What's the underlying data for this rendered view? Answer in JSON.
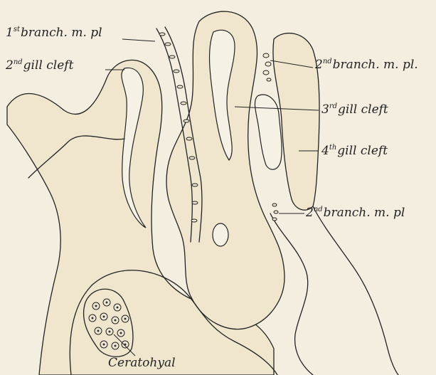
{
  "labels": {
    "branch_1st": {
      "ord": "1",
      "sup": "st",
      "text": "branch. m. pl"
    },
    "gill_cleft_2nd": {
      "ord": "2",
      "sup": "nd",
      "text": "gill cleft"
    },
    "branch_2nd_upper": {
      "ord": "2",
      "sup": "nd",
      "text": "branch. m. pl."
    },
    "gill_cleft_3rd": {
      "ord": "3",
      "sup": "rd",
      "text": "gill cleft"
    },
    "gill_cleft_4th": {
      "ord": "4",
      "sup": "th",
      "text": "gill cleft"
    },
    "branch_2nd_lower": {
      "ord": "2",
      "sup": "nd",
      "text": "branch. m. pl"
    },
    "ceratohyal": {
      "text": "Ceratohyal"
    }
  }
}
